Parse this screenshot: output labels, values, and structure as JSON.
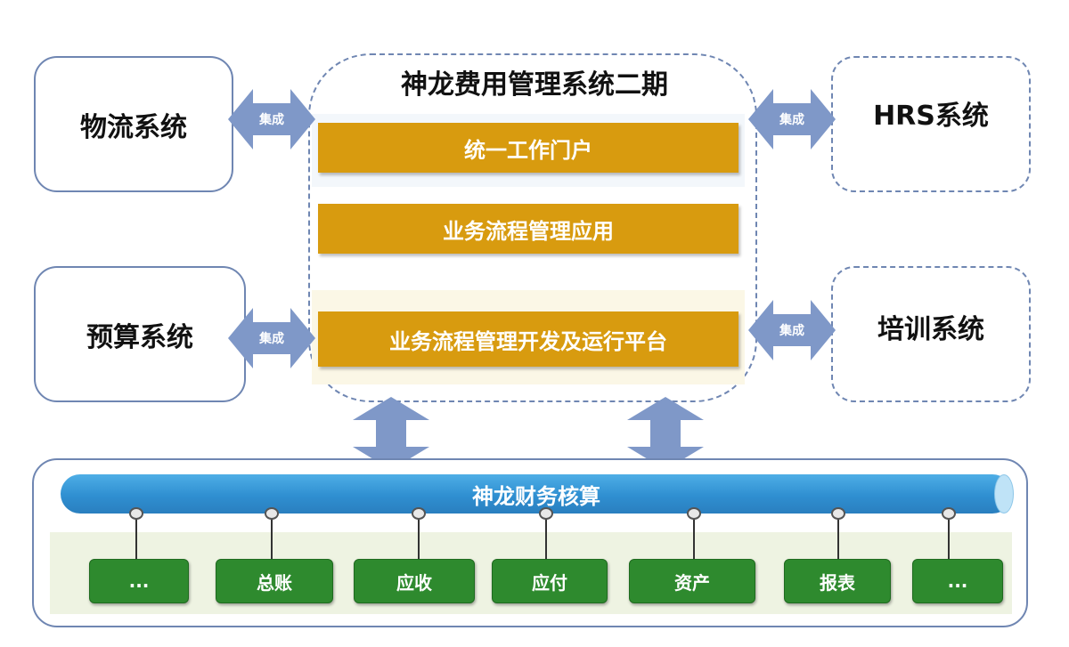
{
  "center": {
    "title": "神龙费用管理系统二期",
    "layers": [
      "统一工作门户",
      "业务流程管理应用",
      "业务流程管理开发及运行平台"
    ]
  },
  "external": {
    "logistics": "物流系统",
    "budget": "预算系统",
    "hrs": "HRS系统",
    "training": "培训系统"
  },
  "integration_label": "集成",
  "ledger": {
    "title": "神龙财务核算",
    "modules": [
      "...",
      "总账",
      "应收",
      "应付",
      "资产",
      "报表",
      "..."
    ]
  },
  "colors": {
    "border": "#6f86b2",
    "layer_fill": "#d89b0f",
    "pipe": "#2f8fd1",
    "module_fill": "#2e8a2e",
    "arrow": "#7f98c8"
  }
}
